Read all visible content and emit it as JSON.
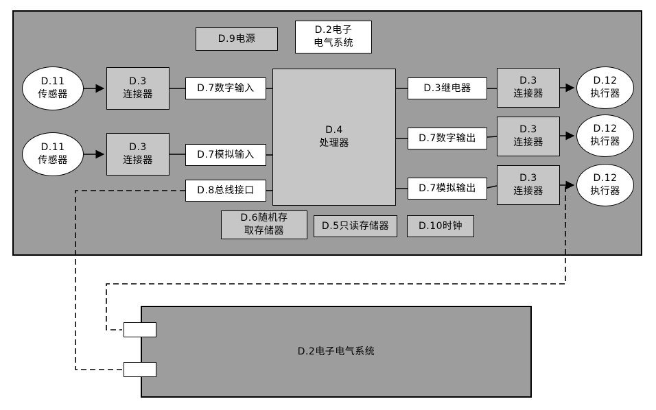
{
  "colors": {
    "panel_bg": "#9d9d9d",
    "box_light": "#c6c6c6",
    "box_white": "#ffffff",
    "line": "#000000"
  },
  "nodes": {
    "power": {
      "label": "D.9电源"
    },
    "system_label": {
      "line1": "D.2电子",
      "line2": "电气系统"
    },
    "sensor": {
      "line1": "D.11",
      "line2": "传感器"
    },
    "connector": {
      "line1": "D.3",
      "line2": "连接器"
    },
    "digital_input": {
      "label": "D.7数字输入"
    },
    "analog_input": {
      "label": "D.7模拟输入"
    },
    "processor": {
      "line1": "D.4",
      "line2": "处理器"
    },
    "relay": {
      "label": "D.3继电器"
    },
    "digital_output": {
      "label": "D.7数字输出"
    },
    "analog_output": {
      "label": "D.7模拟输出"
    },
    "actuator": {
      "line1": "D.12",
      "line2": "执行器"
    },
    "bus_interface": {
      "label": "D.8总线接口"
    },
    "ram": {
      "line1": "D.6随机存",
      "line2": "取存储器"
    },
    "rom": {
      "label": "D.5只读存储器"
    },
    "clock": {
      "label": "D.10时钟"
    },
    "bottom_system": {
      "label": "D.2电子电气系统"
    }
  }
}
